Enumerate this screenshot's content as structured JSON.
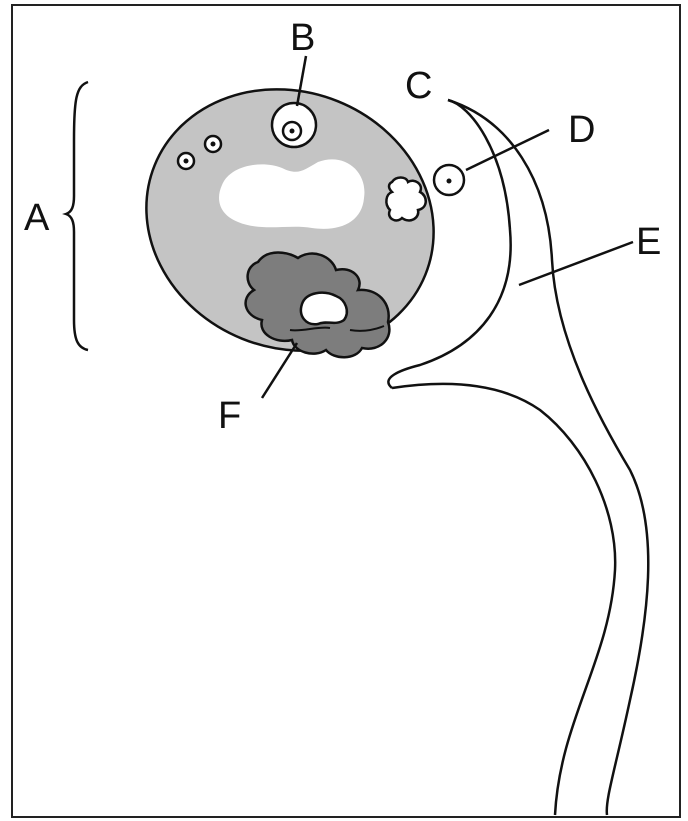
{
  "labels": {
    "a": "A",
    "b": "B",
    "c": "C",
    "d": "D",
    "e": "E",
    "f": "F"
  },
  "colors": {
    "outline": "#111111",
    "ovary_fill": "#c4c4c4",
    "corpus_fill": "#7d7d7d",
    "cavity_fill": "#ffffff",
    "frame": "#222222"
  }
}
